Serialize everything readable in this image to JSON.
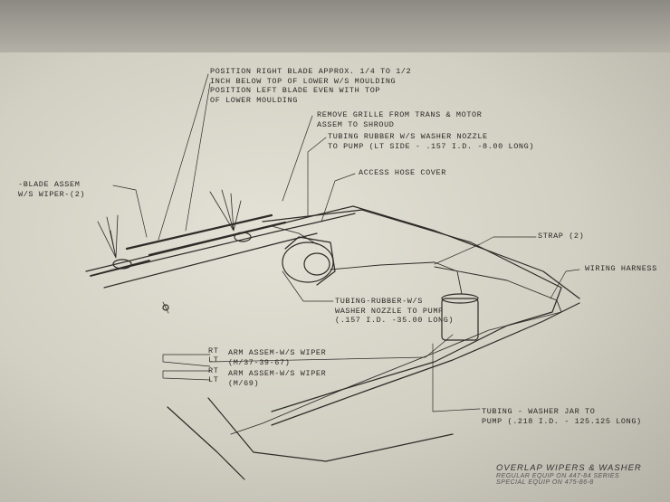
{
  "labels": {
    "blade_position": "POSITION RIGHT BLADE APPROX. 1/4 TO 1/2\nINCH BELOW TOP OF LOWER W/S MOULDING\nPOSITION LEFT BLADE EVEN WITH TOP\nOF LOWER MOULDING",
    "remove_grille": "REMOVE GRILLE FROM TRANS & MOTOR\nASSEM TO SHROUD",
    "tubing_rubber_nozzle": "TUBING RUBBER W/S WASHER NOZZLE\nTO PUMP (LT SIDE - .157 I.D. -8.00 LONG)",
    "access_hose_cover": "ACCESS HOSE COVER",
    "blade_assem": "-BLADE ASSEM\nW/S WIPER-(2)",
    "strap": "STRAP (2)",
    "wiring_harness": "WIRING HARNESS",
    "tubing_rubber_pump": "TUBING-RUBBER-W/S\nWASHER NOZZLE TO PUMP\n(.157 I.D. -35.00 LONG)",
    "arm_assem_1_rt": "RT",
    "arm_assem_1_lt": "LT",
    "arm_assem_1": "ARM ASSEM-W/S WIPER\n(M/37-39-67)",
    "arm_assem_2_rt": "RT",
    "arm_assem_2_lt": "LT",
    "arm_assem_2": "ARM ASSEM-W/S WIPER\n(M/69)",
    "tubing_washer_jar": "TUBING - WASHER JAR TO\nPUMP (.218 I.D. - 125.125 LONG)"
  },
  "title_block": {
    "title": "OVERLAP WIPERS & WASHER",
    "line2": "REGULAR EQUIP ON 447-84 SERIES",
    "line3": "SPECIAL EQUIP ON 475-86-8"
  }
}
